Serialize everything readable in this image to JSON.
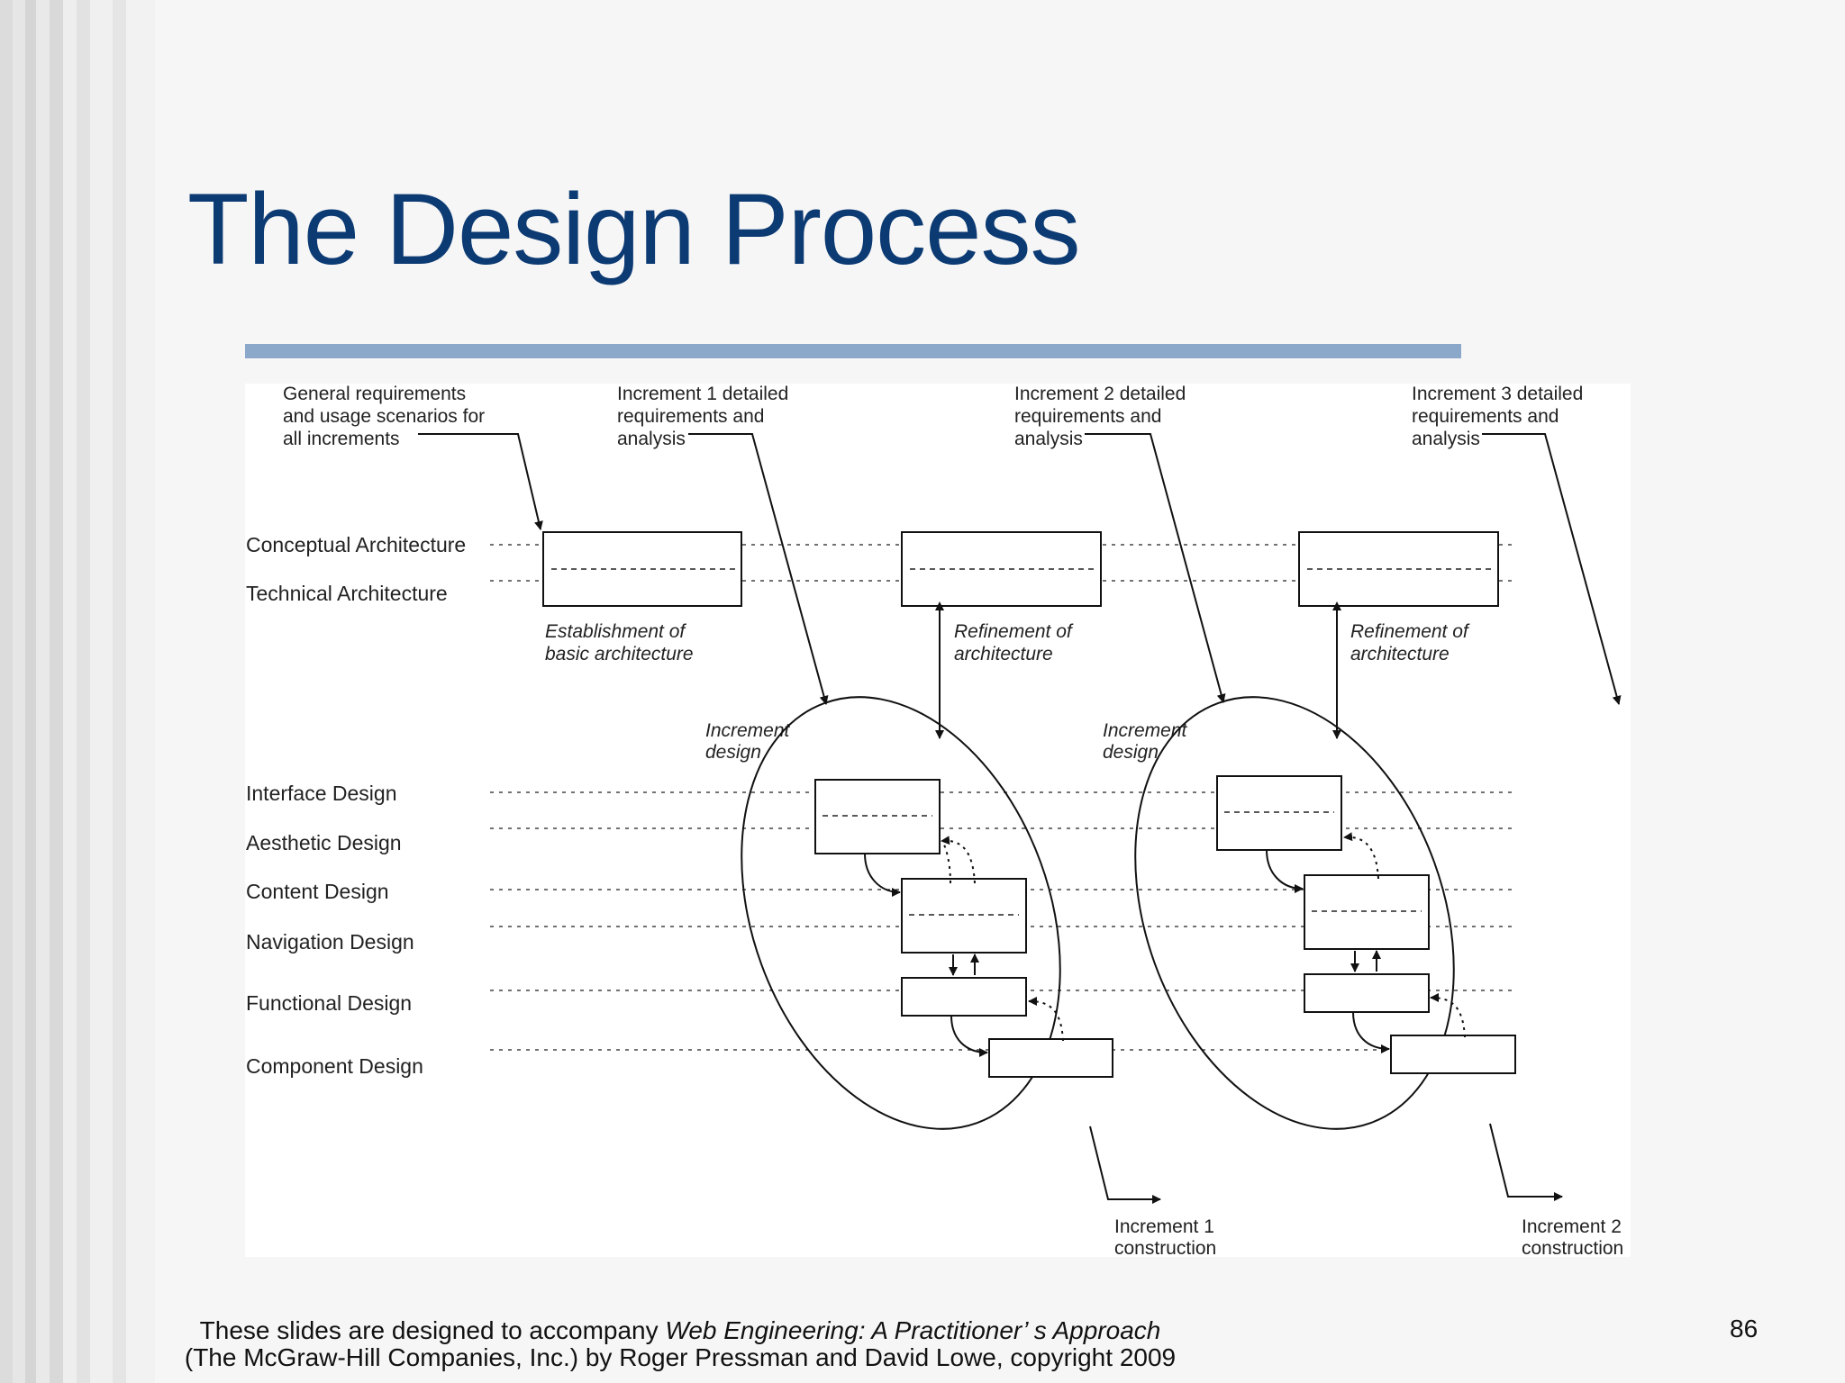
{
  "slide": {
    "title": "The Design Process",
    "page_number": "86"
  },
  "footer": {
    "line1_prefix": "These slides are designed to accompany ",
    "line1_book": "Web Engineering: A Practitioner’ s Approach",
    "line2": "(The McGraw-Hill Companies, Inc.) by Roger Pressman and David Lowe, copyright 2009"
  },
  "diagram": {
    "top_notes": {
      "general": [
        "General requirements",
        "and usage scenarios for",
        "all increments"
      ],
      "inc1": [
        "Increment 1 detailed",
        "requirements and",
        "analysis"
      ],
      "inc2": [
        "Increment 2 detailed",
        "requirements and",
        "analysis"
      ],
      "inc3": [
        "Increment 3 detailed",
        "requirements and",
        "analysis"
      ]
    },
    "rows": {
      "conceptual": "Conceptual Architecture",
      "technical": "Technical Architecture",
      "interface": "Interface Design",
      "aesthetic": "Aesthetic Design",
      "content": "Content Design",
      "navigation": "Navigation Design",
      "functional": "Functional Design",
      "component": "Component Design"
    },
    "arch_notes": {
      "establishment": [
        "Establishment of",
        "basic architecture"
      ],
      "refinement1": [
        "Refinement of",
        "architecture"
      ],
      "refinement2": [
        "Refinement of",
        "architecture"
      ]
    },
    "increment_design": {
      "inc1": [
        "Increment",
        "design"
      ],
      "inc2": [
        "Increment",
        "design"
      ]
    },
    "construction": {
      "inc1": [
        "Increment 1",
        "construction"
      ],
      "inc2": [
        "Increment 2",
        "construction"
      ]
    }
  }
}
